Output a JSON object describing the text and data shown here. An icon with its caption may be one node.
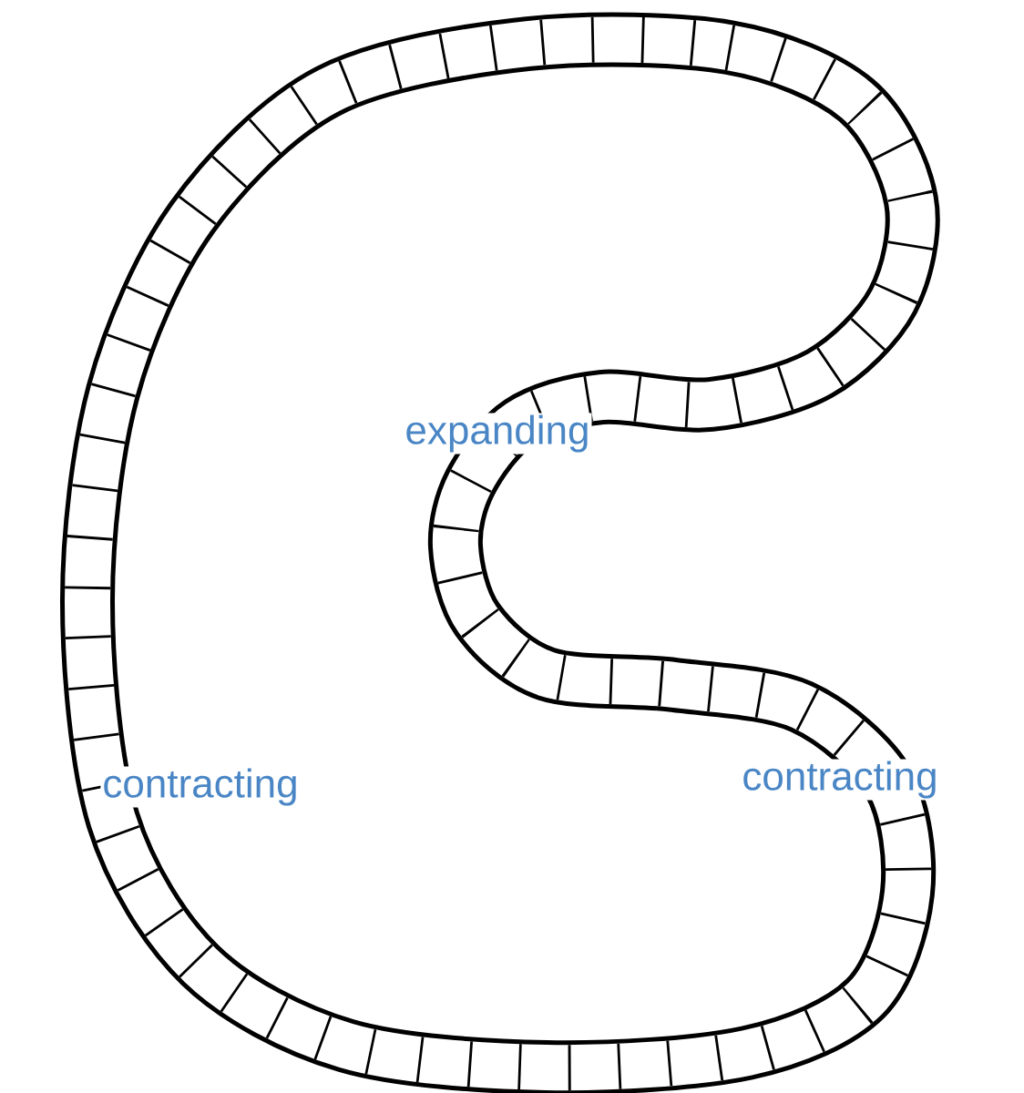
{
  "diagram": {
    "labels": [
      "expanding",
      "contracting",
      "contracting"
    ]
  }
}
